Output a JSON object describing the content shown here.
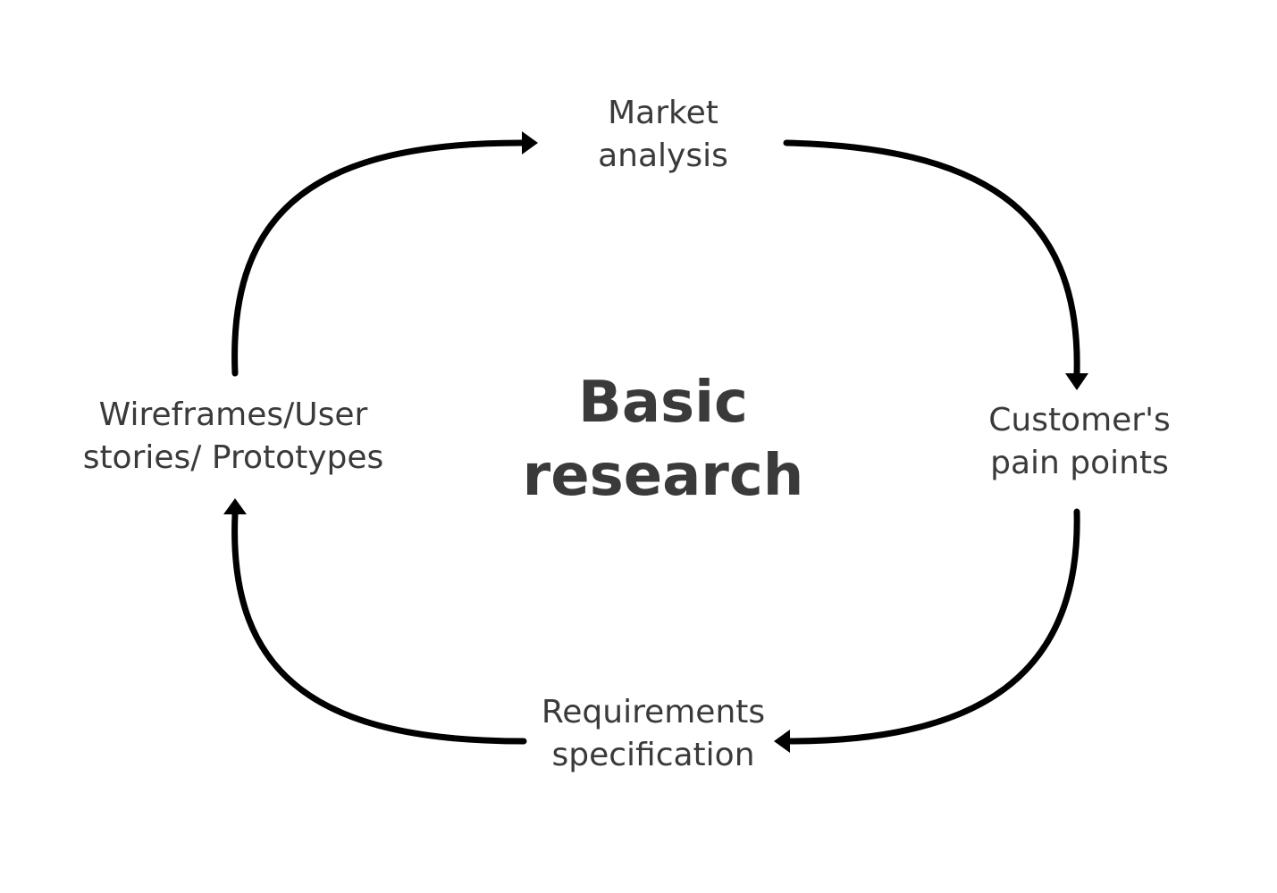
{
  "center": {
    "line1": "Basic",
    "line2": "research"
  },
  "nodes": {
    "market": {
      "line1": "Market",
      "line2": "analysis"
    },
    "pain": {
      "line1": "Customer's",
      "line2": "pain points"
    },
    "requirements": {
      "line1": "Requirements",
      "line2": "specification"
    },
    "wireframes": {
      "line1": "Wireframes/User",
      "line2": "stories/ Prototypes"
    }
  },
  "colors": {
    "arrow": "#000000",
    "text": "#3a3a3a",
    "background": "#ffffff"
  }
}
